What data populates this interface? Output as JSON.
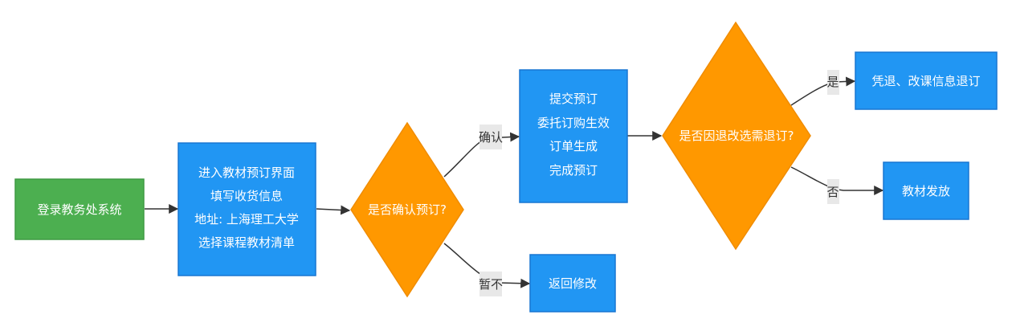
{
  "colors": {
    "start": "#4caf50",
    "start_border": "#3e9a43",
    "process": "#2196f3",
    "process_border": "#1976d2",
    "decision": "#ff9800",
    "decision_border": "#f08c00",
    "edge": "#333333",
    "label_bg": "#e8e8e8"
  },
  "nodes": {
    "login": {
      "lines": [
        "登录教务处系统"
      ]
    },
    "enter": {
      "lines": [
        "进入教材预订界面",
        "填写收货信息",
        "地址: 上海理工大学",
        "选择课程教材清单"
      ]
    },
    "confirm_q": {
      "lines": [
        "是否确认预订?"
      ]
    },
    "submit": {
      "lines": [
        "提交预订",
        "委托订购生效",
        "订单生成",
        "完成预订"
      ]
    },
    "back": {
      "lines": [
        "返回修改"
      ]
    },
    "cancel_q": {
      "lines": [
        "是否因退改选需退订?"
      ]
    },
    "refund": {
      "lines": [
        "凭退、改课信息退订"
      ]
    },
    "issue": {
      "lines": [
        "教材发放"
      ]
    }
  },
  "edges": {
    "confirm": "确认",
    "pause": "暂不",
    "yes": "是",
    "no": "否"
  }
}
